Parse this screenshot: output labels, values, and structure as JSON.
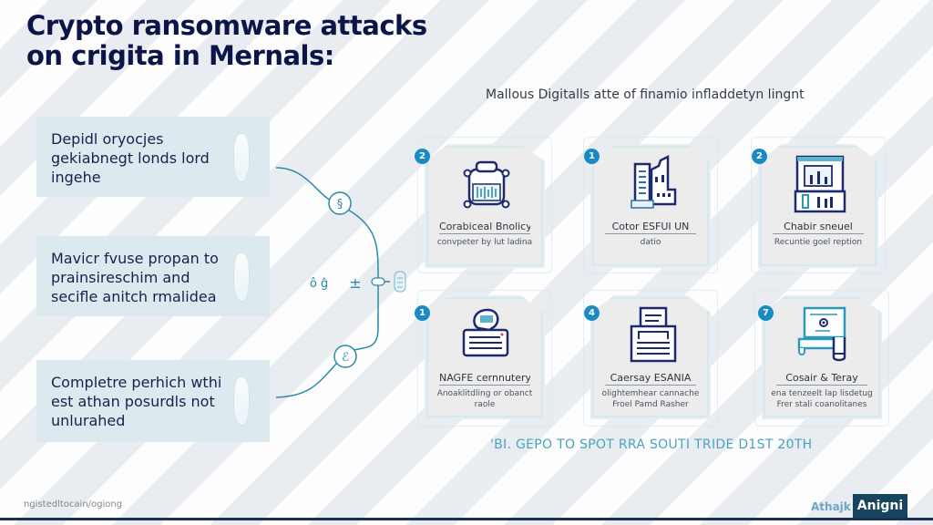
{
  "title": "Crypto ransomware attacks on crigita in Mernals:",
  "subtitle": "Mallous Digitalls atte of finamio infladdetyn lingnt",
  "left_boxes": [
    {
      "text": "Depidl oryocjes gekiabnegt londs lord ingehe"
    },
    {
      "text": "Mavicr fvuse propan to prainsireschim and secifle anitch rmalidea"
    },
    {
      "text": "Completre perhich wthi est athan posurdls not unlurahed"
    }
  ],
  "connector_glyphs": {
    "top_node": "§",
    "bottom_node": "ℰ",
    "center_left": "ô ĝ",
    "center_mid": "±"
  },
  "cards": [
    {
      "badge": "2",
      "icon": "server-icon",
      "label": "Corabiceal Bnolicy",
      "desc": "convpeter by lut ladina"
    },
    {
      "badge": "1",
      "icon": "building-icon",
      "label": "Cotor ESFUI UN",
      "desc": "datio"
    },
    {
      "badge": "2",
      "icon": "dashboard-icon",
      "label": "Chabir sneuel",
      "desc": "Recuntie goel reption"
    },
    {
      "badge": "1",
      "icon": "hacker-laptop-icon",
      "label": "NAGFE cernnutery",
      "desc": "Anoaklitdling or obanct raole"
    },
    {
      "badge": "4",
      "icon": "document-printer-icon",
      "label": "Caersay ESANIA",
      "desc": "olightemhear cannache Froel Pamd Rasher"
    },
    {
      "badge": "7",
      "icon": "monitor-lock-icon",
      "label": "Cosair & Teray",
      "desc": "ena tenzeelt lap lisdetug Frer stali coanolitanes"
    }
  ],
  "footer_text": "'BI. GEPO TO SPOT RRA SOUTI TRIDE D1ST 20TH",
  "bottom_left_text": "ngistedltocain/ogiong",
  "bottom_tabs": {
    "inactive": "Athajk",
    "active": "Anigni"
  },
  "colors": {
    "title": "#0c1547",
    "accent": "#1a8bc2",
    "connector": "#2b8aa6",
    "box_bg": "#dceaef",
    "tab_active_bg": "#174560",
    "rule": "#1c2f55"
  }
}
